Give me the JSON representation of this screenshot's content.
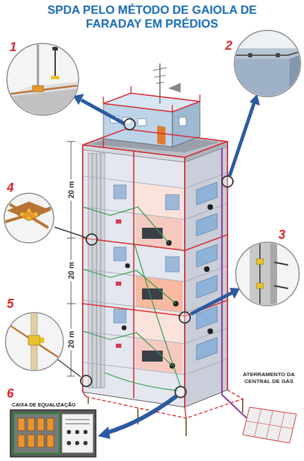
{
  "diagram": {
    "title": "SPDA PELO MÉTODO DE GAIOLA DE FARADAY EM PRÉDIOS",
    "labels": [
      "1",
      "2",
      "4",
      "3",
      "5",
      "6",
      "20 m",
      "20 m",
      "20 m",
      "CAIXA DE EQUALIZAÇÃO",
      "ATERRAMENTO DA CENTRAL DE GÁS"
    ]
  }
}
